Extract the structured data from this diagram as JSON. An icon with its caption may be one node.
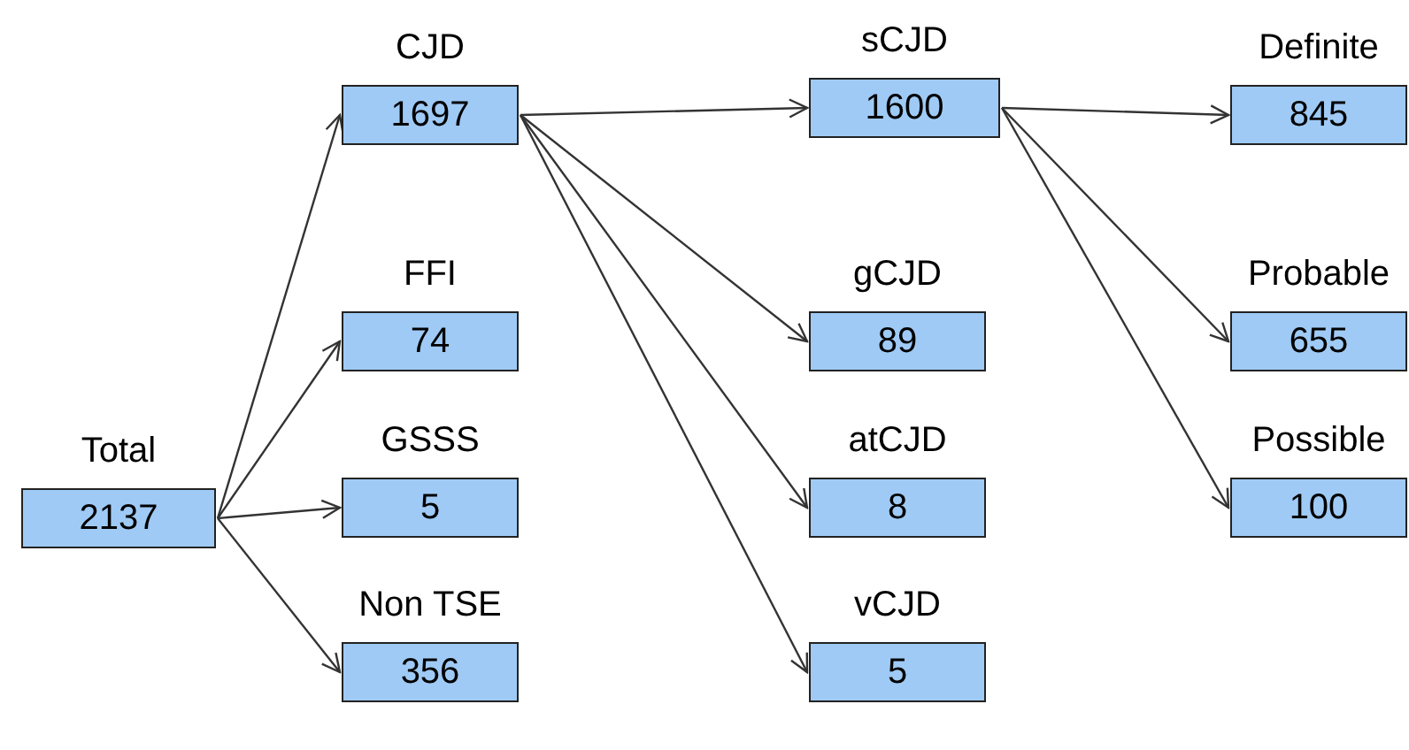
{
  "diagram": {
    "nodes": [
      {
        "text": [
          "Total",
          "2137"
        ]
      },
      {
        "text": [
          "CJD",
          "1697"
        ]
      },
      {
        "text": [
          "FFI",
          "74"
        ]
      },
      {
        "text": [
          "GSSS",
          "5"
        ]
      },
      {
        "text": [
          "Non TSE",
          "356"
        ]
      },
      {
        "text": [
          "sCJD",
          "1600"
        ]
      },
      {
        "text": [
          "gCJD",
          "89"
        ]
      },
      {
        "text": [
          "atCJD",
          "8"
        ]
      },
      {
        "text": [
          "vCJD",
          "5"
        ]
      },
      {
        "text": [
          "Definite",
          "845"
        ]
      },
      {
        "text": [
          "Probable",
          "655"
        ]
      },
      {
        "text": [
          "Possible",
          "100"
        ]
      }
    ],
    "edges": [
      {
        "from": 0,
        "to": 1,
        "arrow": "to"
      },
      {
        "from": 0,
        "to": 2,
        "arrow": "to"
      },
      {
        "from": 0,
        "to": 3,
        "arrow": "to"
      },
      {
        "from": 0,
        "to": 4,
        "arrow": "to"
      },
      {
        "from": 1,
        "to": 5,
        "arrow": "to"
      },
      {
        "from": 1,
        "to": 6,
        "arrow": "to"
      },
      {
        "from": 1,
        "to": 7,
        "arrow": "to"
      },
      {
        "from": 1,
        "to": 8,
        "arrow": "to"
      },
      {
        "from": 5,
        "to": 9,
        "arrow": "to"
      },
      {
        "from": 5,
        "to": 10,
        "arrow": "to"
      },
      {
        "from": 5,
        "to": 11,
        "arrow": "to"
      }
    ]
  }
}
